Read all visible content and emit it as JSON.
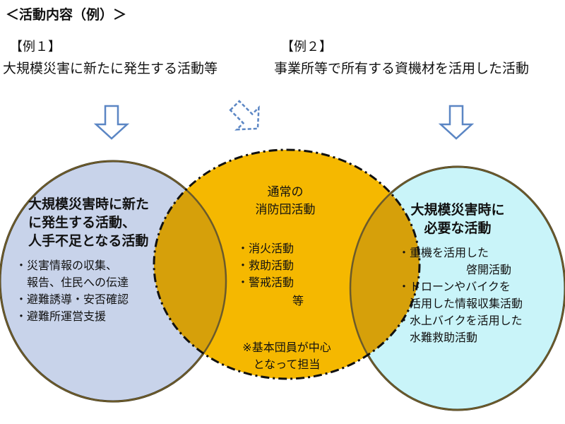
{
  "title": "＜活動内容（例）＞",
  "example1": {
    "label": "【例１】",
    "description": "大規模災害に新たに発生する活動等"
  },
  "example2": {
    "label": "【例２】",
    "description": "事業所等で所有する資機材を活用した活動"
  },
  "left_circle": {
    "heading": [
      "大規模災害時に新た",
      "に発生する活動、",
      "人手不足となる活動"
    ],
    "items": [
      "・災害情報の収集、",
      "　報告、住民への伝達",
      "・避難誘導・安否確認",
      "・避難所運営支援"
    ]
  },
  "center_circle": {
    "heading": [
      "通常の",
      "消防団活動"
    ],
    "items": [
      "・消火活動",
      "・救助活動",
      "・警戒活動"
    ],
    "items_suffix": "等",
    "note": [
      "※基本団員が中心",
      "となって担当"
    ]
  },
  "right_circle": {
    "heading": [
      "大規模災害時に",
      "必要な活動"
    ],
    "items": [
      "・重機を活用した",
      "啓開活動",
      "・ドローンやバイクを",
      "　活用した情報収集活動",
      "・水上バイクを活用した",
      "　水難救助活動"
    ]
  },
  "colors": {
    "left_fill": "#c8d3ea",
    "center_fill": "#f5b800",
    "right_fill": "#c9f4f9",
    "arrow_stroke": "#5b86c4",
    "circle_stroke": "#111111"
  },
  "icons": [
    "down-arrow-icon",
    "diagonal-dashed-arrow-icon",
    "down-arrow-icon"
  ]
}
